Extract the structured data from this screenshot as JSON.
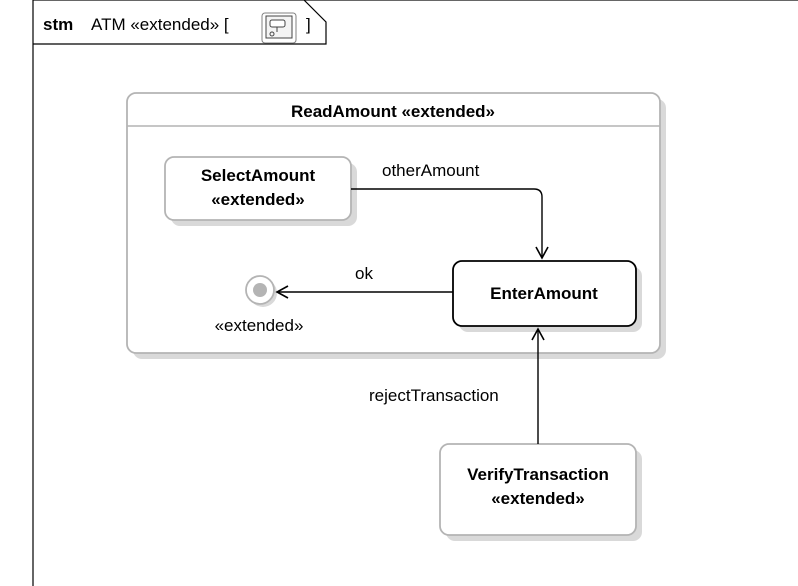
{
  "frame": {
    "keyword": "stm",
    "name": "ATM «extended» [",
    "close_bracket": "]",
    "icon": "state-machine-diagram-icon"
  },
  "states": {
    "read_amount": {
      "label": "ReadAmount «extended»"
    },
    "select_amount": {
      "line1": "SelectAmount",
      "line2": "«extended»"
    },
    "enter_amount": {
      "label": "EnterAmount"
    },
    "verify_transaction": {
      "line1": "VerifyTransaction",
      "line2": "«extended»"
    },
    "final_state": {
      "label": "«extended»"
    }
  },
  "transitions": {
    "other_amount": {
      "label": "otherAmount"
    },
    "ok": {
      "label": "ok"
    },
    "reject_transaction": {
      "label": "rejectTransaction"
    }
  },
  "colors": {
    "frame_stroke": "#000000",
    "extended_state_stroke": "#b4b4b4",
    "normal_state_stroke": "#000000",
    "shadow": "#d9d9d9"
  }
}
